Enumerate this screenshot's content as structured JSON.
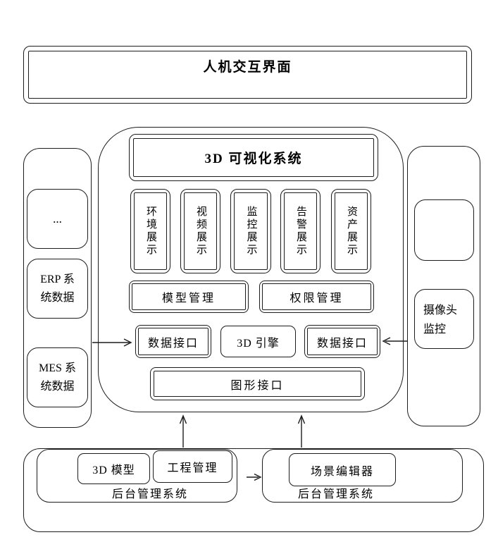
{
  "hmi": {
    "title": "人机交互界面"
  },
  "viz": {
    "title": "3D 可视化系统",
    "displays": [
      "环境展示",
      "视频展示",
      "监控展示",
      "告警展示",
      "资产展示"
    ],
    "model_mgmt": "模型管理",
    "perm_mgmt": "权限管理",
    "data_if_left": "数据接口",
    "engine": "3D 引擎",
    "data_if_right": "数据接口",
    "graphics_if": "图形接口"
  },
  "left_panel": {
    "ellipsis": "...",
    "erp_line1": "ERP 系",
    "erp_line2": "统数据",
    "mes_line1": "MES 系",
    "mes_line2": "统数据"
  },
  "right_panel": {
    "camera_line1": "摄像头",
    "camera_line2": "监控"
  },
  "backend": {
    "left": {
      "model_3d": "3D 模型",
      "project_mgmt": "工程管理",
      "label": "后台管理系统"
    },
    "right": {
      "scene_editor": "场景编辑器",
      "label": "后台管理系统"
    }
  },
  "colors": {
    "line": "#1c1c1c",
    "background": "#ffffff",
    "text": "#000000"
  }
}
